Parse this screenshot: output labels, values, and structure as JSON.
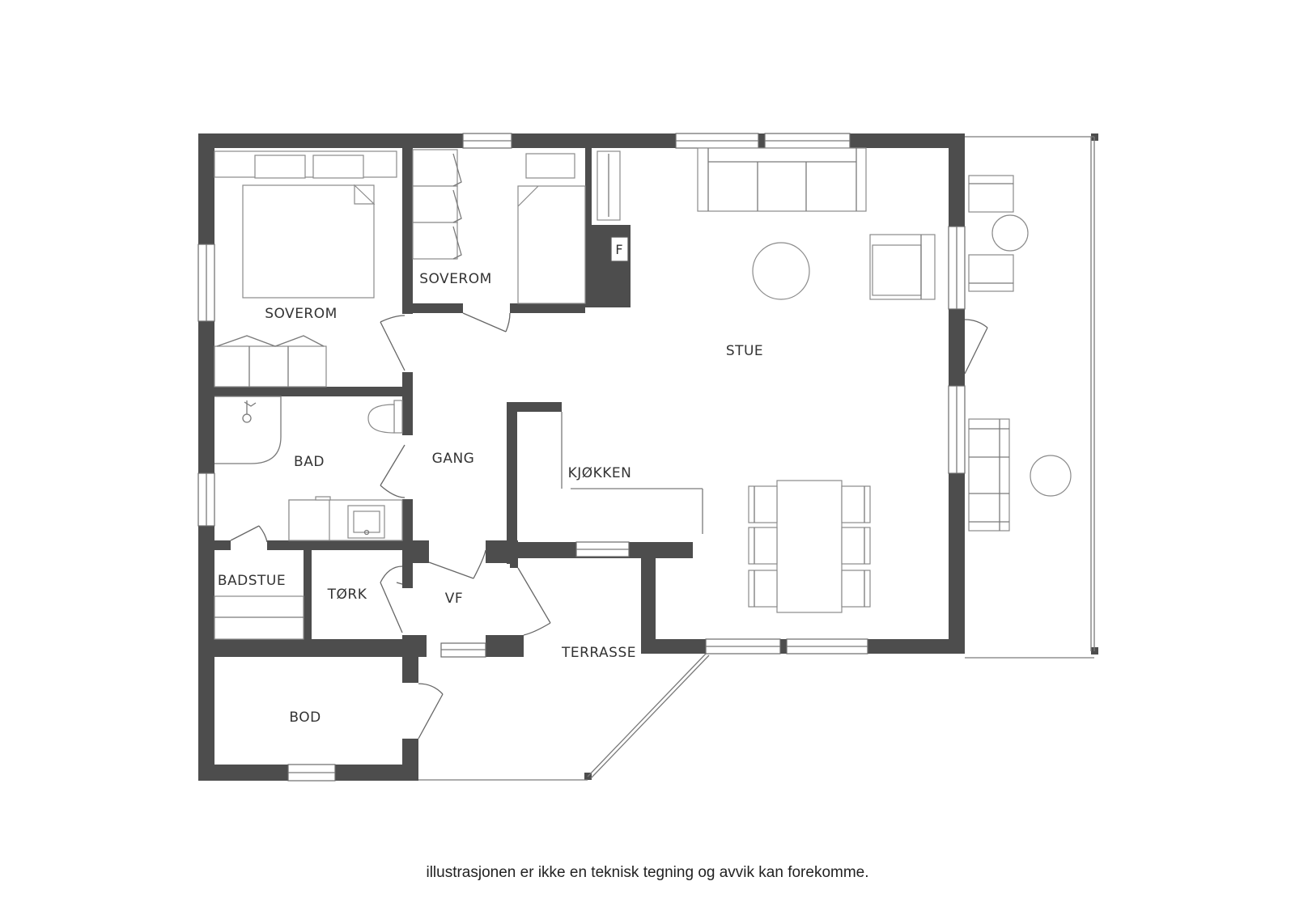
{
  "rooms": {
    "soverom_1": "SOVEROM",
    "soverom_2": "SOVEROM",
    "stue": "STUE",
    "bad": "BAD",
    "gang": "GANG",
    "kjokken": "KJØKKEN",
    "badstue": "BADSTUE",
    "tork": "TØRK",
    "vf": "VF",
    "terrasse": "TERRASSE",
    "bod": "BOD"
  },
  "fireplace_label": "F",
  "disclaimer": "illustrasjonen er ikke en teknisk tegning og avvik kan forekomme.",
  "colors": {
    "wall": "#4d4d4d",
    "background": "#ffffff"
  }
}
